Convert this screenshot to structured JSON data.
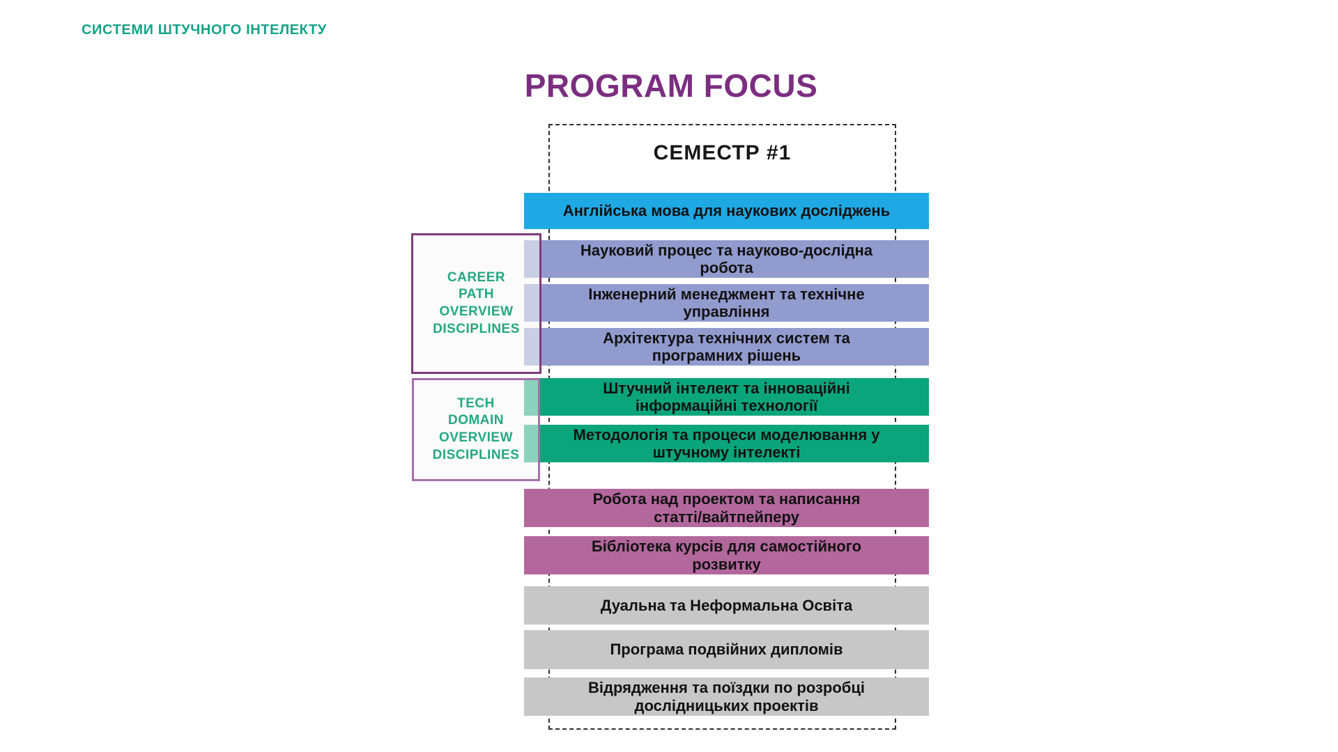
{
  "slide": {
    "header": "СИСТЕМИ ШТУЧНОГО ІНТЕЛЕКТУ",
    "title": "PROGRAM FOCUS",
    "semester_label": "СЕМЕСТР #1"
  },
  "side_labels": [
    {
      "name": "career-path-overview-disciplines",
      "lines": [
        "CAREER",
        "PATH",
        "OVERVIEW",
        "DISCIPLINES"
      ]
    },
    {
      "name": "tech-domain-overview-disciplines",
      "lines": [
        "TECH",
        "DOMAIN",
        "OVERVIEW",
        "DISCIPLINES"
      ]
    }
  ],
  "courses": [
    {
      "label": "Англійська мова для наукових досліджень",
      "group": "english"
    },
    {
      "label": "Науковий процес та науково-дослідна\nробота",
      "group": "career"
    },
    {
      "label": "Інженерний менеджмент та технічне\nуправління",
      "group": "career"
    },
    {
      "label": "Архітектура технічних систем та\nпрограмних рішень",
      "group": "career"
    },
    {
      "label": "Штучний інтелект та інноваційні\nінформаційні технології",
      "group": "tech"
    },
    {
      "label": "Методологія та процеси моделювання у\nштучному інтелекті",
      "group": "tech"
    },
    {
      "label": "Робота над проектом та написання\nстатті/вайтпейперу",
      "group": "project"
    },
    {
      "label": "Бібліотека курсів для самостійного\nрозвитку",
      "group": "project"
    },
    {
      "label": "Дуальна та Неформальна Освіта",
      "group": "extra"
    },
    {
      "label": "Програма подвійних дипломів",
      "group": "extra"
    },
    {
      "label": "Відрядження та поїздки по розробці\nдослідницьких проектів",
      "group": "extra"
    }
  ],
  "colors": {
    "header-teal": "#13A287",
    "title-purple": "#7B2E80",
    "bar-blue": "#1FA9E4",
    "bar-periwinkle": "#929BCE",
    "bar-green": "#0BA57B",
    "bar-magenta": "#B3689D",
    "bar-gray": "#C7C7C7",
    "label-green": "#25A87E",
    "box1-border": "#7C3B7C",
    "box2-border": "#A46FA8",
    "dash-color": "#2E2E2E"
  }
}
